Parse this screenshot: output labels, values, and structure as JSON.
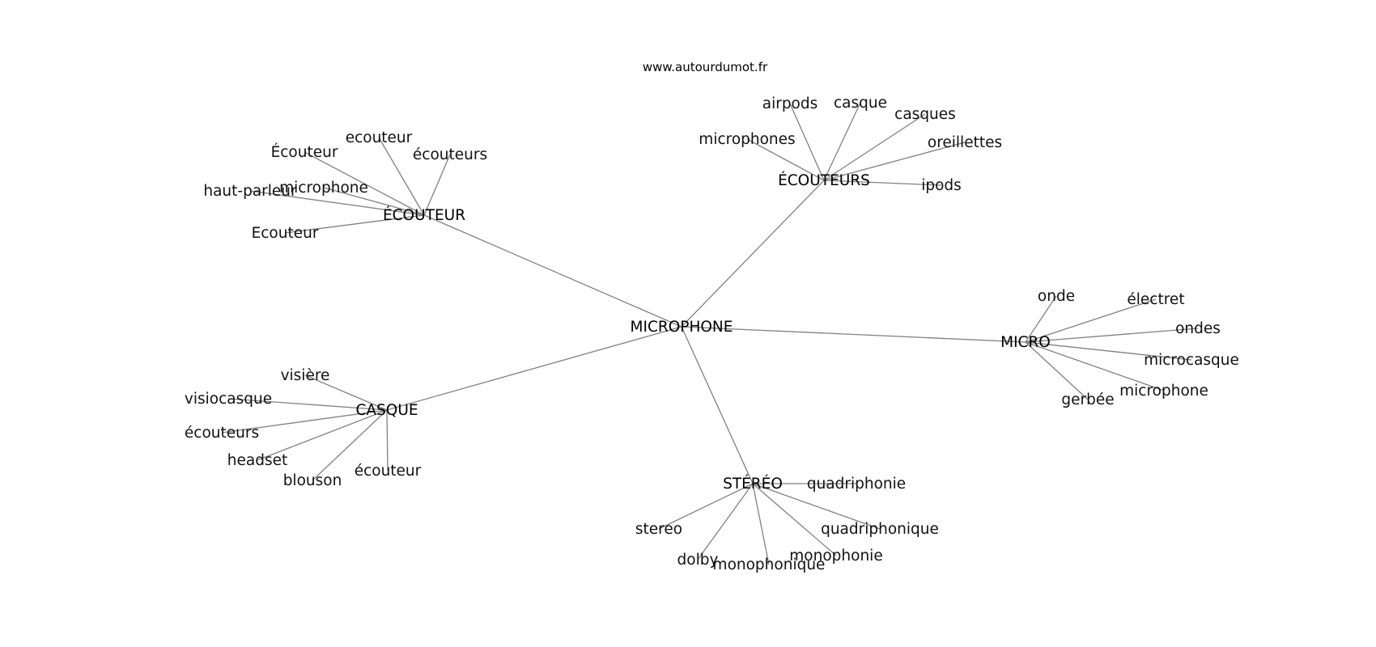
{
  "site": "www.autourdumot.fr",
  "colors": {
    "edge": "#808080",
    "text": "#111111",
    "background": "#ffffff"
  },
  "graph": {
    "root": "MICROPHONE",
    "hubs": [
      {
        "id": "ecouteur",
        "label": "ÉCOUTEUR",
        "leaves": [
          "Écouteur",
          "ecouteur",
          "écouteurs",
          "haut-parleur",
          "microphone",
          "Ecouteur"
        ]
      },
      {
        "id": "ecouteurs",
        "label": "ÉCOUTEURS",
        "leaves": [
          "airpods",
          "casque",
          "casques",
          "microphones",
          "oreillettes",
          "ipods"
        ]
      },
      {
        "id": "micro",
        "label": "MICRO",
        "leaves": [
          "onde",
          "électret",
          "ondes",
          "microcasque",
          "microphone",
          "gerbée"
        ]
      },
      {
        "id": "casque",
        "label": "CASQUE",
        "leaves": [
          "visière",
          "visiocasque",
          "écouteurs",
          "headset",
          "blouson",
          "écouteur"
        ]
      },
      {
        "id": "stereo",
        "label": "STÉRÉO",
        "leaves": [
          "quadriphonie",
          "quadriphonique",
          "monophonie",
          "monophonique",
          "dolby",
          "stereo"
        ]
      }
    ]
  }
}
